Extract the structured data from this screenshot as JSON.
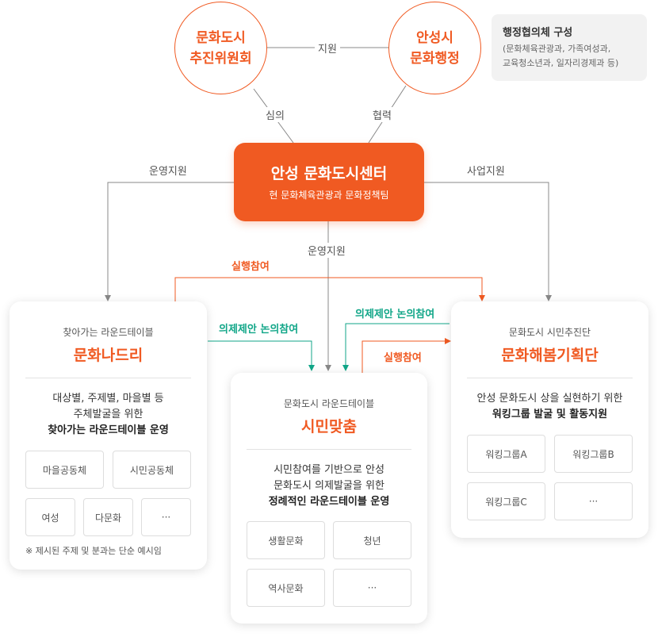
{
  "circles": {
    "committee": {
      "line1": "문화도시",
      "line2": "추진위원회"
    },
    "admin": {
      "line1": "안성시",
      "line2": "문화행정"
    }
  },
  "labels": {
    "support": "지원",
    "deliberation": "심의",
    "cooperation": "협력",
    "ops_support_left": "운영지원",
    "business_support": "사업지원",
    "ops_support_center": "운영지원",
    "exec_participation_top": "실행참여",
    "agenda_left": "의제제안 논의참여",
    "agenda_right": "의제제안 논의참여",
    "exec_participation_right": "실행참여"
  },
  "infobox": {
    "title": "행정협의체 구성",
    "line1": "(문화체육관광과, 가족여성과,",
    "line2": "교육청소년과, 일자리경제과 등)"
  },
  "center": {
    "title": "안성 문화도시센터",
    "subtitle": "현 문화체육관광과 문화정책팀"
  },
  "left_card": {
    "sub": "찾아가는 라운드테이블",
    "title": "문화나드리",
    "desc1": "대상별, 주제별, 마을별 등",
    "desc2": "주체발굴을 위한",
    "desc3": "찾아가는 라운드테이블 운영",
    "chips": [
      "마을공동체",
      "시민공동체",
      "여성",
      "다문화",
      "···"
    ],
    "note": "※ 제시된 주제 및 분과는 단순 예시임"
  },
  "middle_card": {
    "sub": "문화도시 라운드테이블",
    "title": "시민맞춤",
    "desc1": "시민참여를 기반으로 안성",
    "desc2": "문화도시 의제발굴을 위한",
    "desc3": "정례적인 라운드테이블 운영",
    "chips": [
      "생활문화",
      "청년",
      "역사문화",
      "···"
    ]
  },
  "right_card": {
    "sub": "문화도시 시민추진단",
    "title": "문화해봄기획단",
    "desc1": "안성 문화도시 상을 실현하기 위한",
    "desc2": "워킹그룹 발굴 및 활동지원",
    "chips": [
      "워킹그룹A",
      "워킹그룹B",
      "워킹그룹C",
      "···"
    ]
  },
  "colors": {
    "accent": "#f05a22",
    "green": "#11a688",
    "line": "#888888"
  }
}
